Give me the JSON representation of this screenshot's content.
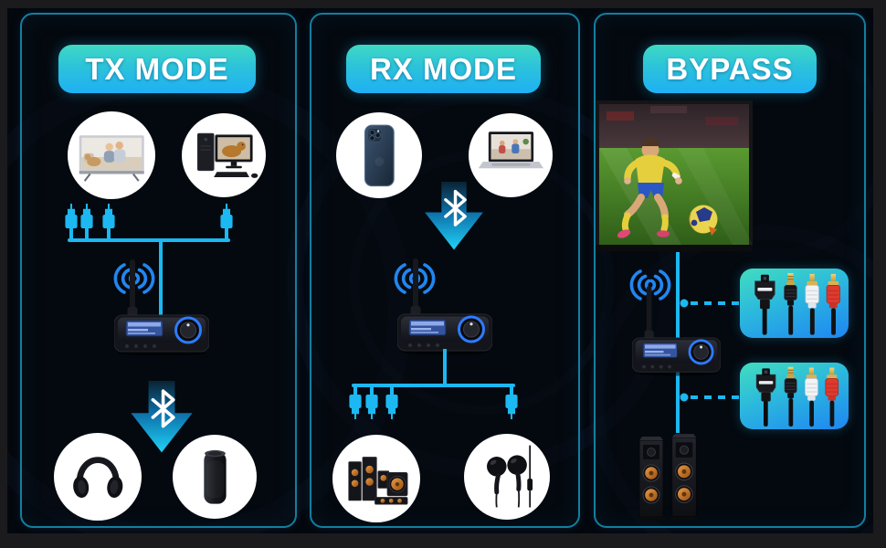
{
  "page": {
    "background": "#04070d",
    "frame_color": "#1b1b1d",
    "accent_cyan": "#1cb8f2",
    "panel_border": "#147e9e",
    "badge_gradient_top": "#3fd9c4",
    "badge_gradient_bottom": "#1fb0f4",
    "wifi_blue": "#2186f0",
    "bluetooth_arrow_bottom": "#1fd2f8",
    "rca_red": "#e03a2e",
    "rca_white": "#f2f3f5",
    "connector_gold": "#e2bd5e"
  },
  "panels": [
    {
      "id": "tx",
      "title": "TX MODE",
      "source_icons": [
        "tv-icon",
        "desktop-computer-icon"
      ],
      "wired_link_icon": "aux-plug-icon",
      "wireless_link_icon": "bluetooth-arrow-icon",
      "device_icon": "bluetooth-transmitter-icon",
      "output_icons": [
        "headphones-icon",
        "bluetooth-speaker-icon"
      ]
    },
    {
      "id": "rx",
      "title": "RX MODE",
      "source_icons": [
        "smartphone-icon",
        "laptop-icon"
      ],
      "wireless_link_icon": "bluetooth-arrow-icon",
      "device_icon": "bluetooth-receiver-icon",
      "wired_link_icon": "aux-plug-icon",
      "output_icons": [
        "home-theater-icon",
        "earbuds-icon"
      ]
    },
    {
      "id": "bypass",
      "title": "BYPASS",
      "source_icons": [
        "tv-soccer-icon"
      ],
      "device_icon": "bluetooth-transceiver-icon",
      "cable_icons": [
        "optical-cable-icon",
        "aux-cable-icon",
        "rca-white-plug-icon",
        "rca-red-plug-icon"
      ],
      "output_icons": [
        "tower-speakers-icon"
      ]
    }
  ]
}
